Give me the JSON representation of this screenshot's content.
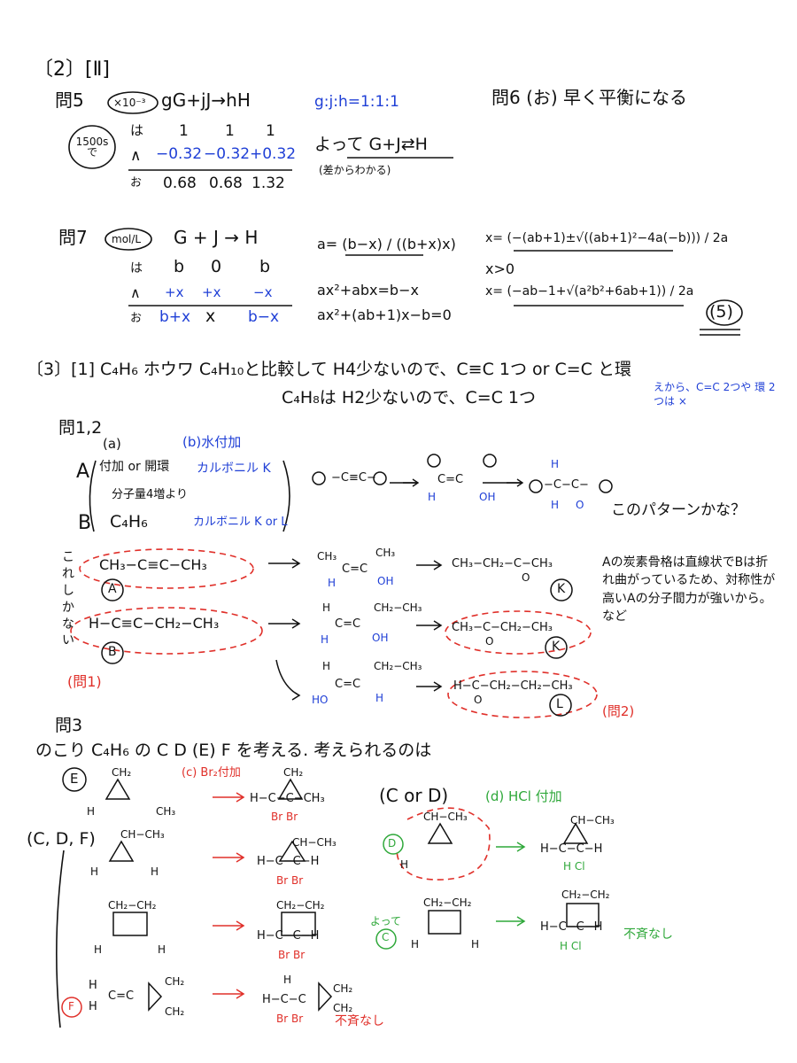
{
  "header": {
    "section": "〔2〕[Ⅱ]"
  },
  "q5": {
    "label": "問5",
    "unit": "×10⁻³",
    "eq": "gG+jJ→hH",
    "ratio": "g:j:h=1:1:1",
    "time": "1500s で",
    "rows": [
      {
        "label": "は",
        "cells": [
          "1",
          "1",
          "1"
        ]
      },
      {
        "label": "∧",
        "cells": [
          "−0.32",
          "−0.32",
          "+0.32"
        ]
      },
      {
        "label": "お",
        "cells": [
          "0.68",
          "0.68",
          "1.32"
        ]
      }
    ],
    "conclusion": "よって G+J⇄H",
    "reason": "(差からわかる)"
  },
  "q6": {
    "text": "問6 (お) 早く平衡になる"
  },
  "q7": {
    "label": "問7",
    "unit": "mol/L",
    "eq": "G + J → H",
    "rows": [
      {
        "label": "は",
        "cells": [
          "b",
          "0",
          "b"
        ]
      },
      {
        "label": "∧",
        "cells": [
          "+x",
          "+x",
          "−x"
        ]
      },
      {
        "label": "お",
        "cells": [
          "b+x",
          "x",
          "b−x"
        ]
      }
    ],
    "eqs": [
      "a= (b−x) / ((b+x)x)",
      "ax²+abx=b−x",
      "ax²+(ab+1)x−b=0"
    ],
    "sol": [
      "x= (−(ab+1)±√((ab+1)²−4a(−b))) / 2a",
      "x>0",
      "x= (−ab−1+√(a²b²+6ab+1)) / 2a"
    ],
    "answer": "(5)"
  },
  "s3": {
    "line1": "〔3〕[1] C₄H₆ ホウワ C₄H₁₀と比較して H4少ないので、C≡C 1つ or C=C と環",
    "line2": "C₄H₈は H2少ないので、C=C 1つ",
    "note": "えから、C=C 2つや 環 2つは ×"
  },
  "q12": {
    "label": "問1,2",
    "a": "(a)",
    "b": "(b)水付加",
    "A1": "付加 or 開環",
    "A2": "分子量4増より",
    "Ab": "カルボニル K",
    "B": "C₄H₆",
    "Bb": "カルボニル K or L",
    "pattern": "このパターンかな？",
    "side": "これしかない",
    "rA": "CH₃−C≡C−CH₃",
    "rB": "H−C≡C−CH₂−CH₃",
    "pK1": "CH₃−CH₂−C−CH₃",
    "pK2": "CH₃−C−CH₂−CH₃",
    "pL": "H−C−CH₂−CH₂−CH₃",
    "lA": "A",
    "lB": "B",
    "lK": "K",
    "lL": "L",
    "q1": "(問1)",
    "q2": "(問2)",
    "note": "Aの炭素骨格は直線状でBは折れ曲がっているため、対称性が高いAの分子間力が強いから。 など"
  },
  "q3": {
    "label": "問3",
    "text": "のこり C₄H₆ の C D (E) F を考える. 考えられるのは",
    "E": "E",
    "cdf": "(C, D, F)",
    "cord": "(C or D)",
    "br": "(c) Br₂付加",
    "hcl": "(d) HCl 付加",
    "yotte": "よって",
    "D": "D",
    "C": "C",
    "F": "F",
    "fusei": "不斉なし"
  }
}
